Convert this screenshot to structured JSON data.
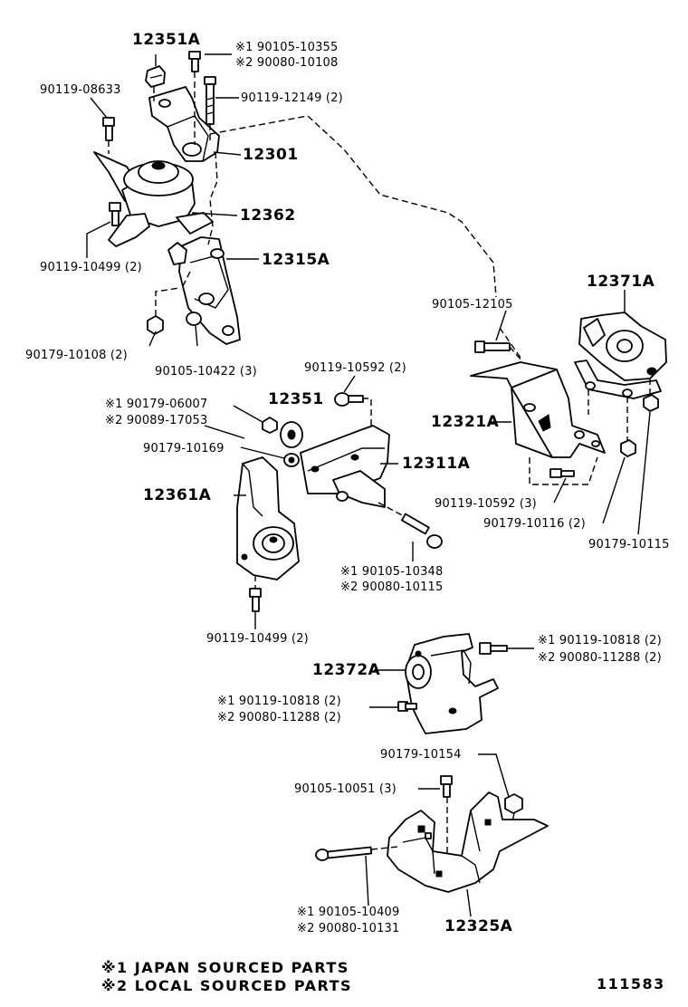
{
  "labels": {
    "l12351A": "12351A",
    "l90105_10355": "※1 90105-10355",
    "l90080_10108": "※2 90080-10108",
    "l90119_08633": "90119-08633",
    "l90119_12149": "90119-12149 (2)",
    "l12301": "12301",
    "l12362": "12362",
    "l90119_10499a": "90119-10499 (2)",
    "l12315A": "12315A",
    "l90179_10108": "90179-10108 (2)",
    "l90105_10422": "90105-10422 (3)",
    "l90105_12105": "90105-12105",
    "l12371A": "12371A",
    "l90119_10592a": "90119-10592 (2)",
    "l90179_06007": "※1 90179-06007",
    "l90089_17053": "※2 90089-17053",
    "l12351": "12351",
    "l12321A": "12321A",
    "l90179_10169": "90179-10169",
    "l12311A": "12311A",
    "l12361A": "12361A",
    "l90119_10592b": "90119-10592 (3)",
    "l90179_10116": "90179-10116 (2)",
    "l90179_10115": "90179-10115",
    "l90105_10348": "※1 90105-10348",
    "l90080_10115": "※2 90080-10115",
    "l90119_10499b": "90119-10499 (2)",
    "l90119_10818a": "※1 90119-10818 (2)",
    "l90080_11288a": "※2 90080-11288 (2)",
    "l12372A": "12372A",
    "l90119_10818b": "※1 90119-10818 (2)",
    "l90080_11288b": "※2 90080-11288 (2)",
    "l90179_10154": "90179-10154",
    "l90105_10051": "90105-10051 (3)",
    "l90105_10409": "※1 90105-10409",
    "l90080_10131": "※2 90080-10131",
    "l12325A": "12325A"
  },
  "legend": {
    "line1": "※1   JAPAN  SOURCED  PARTS",
    "line2": "※2   LOCAL  SOURCED  PARTS"
  },
  "figure_number": "111583"
}
